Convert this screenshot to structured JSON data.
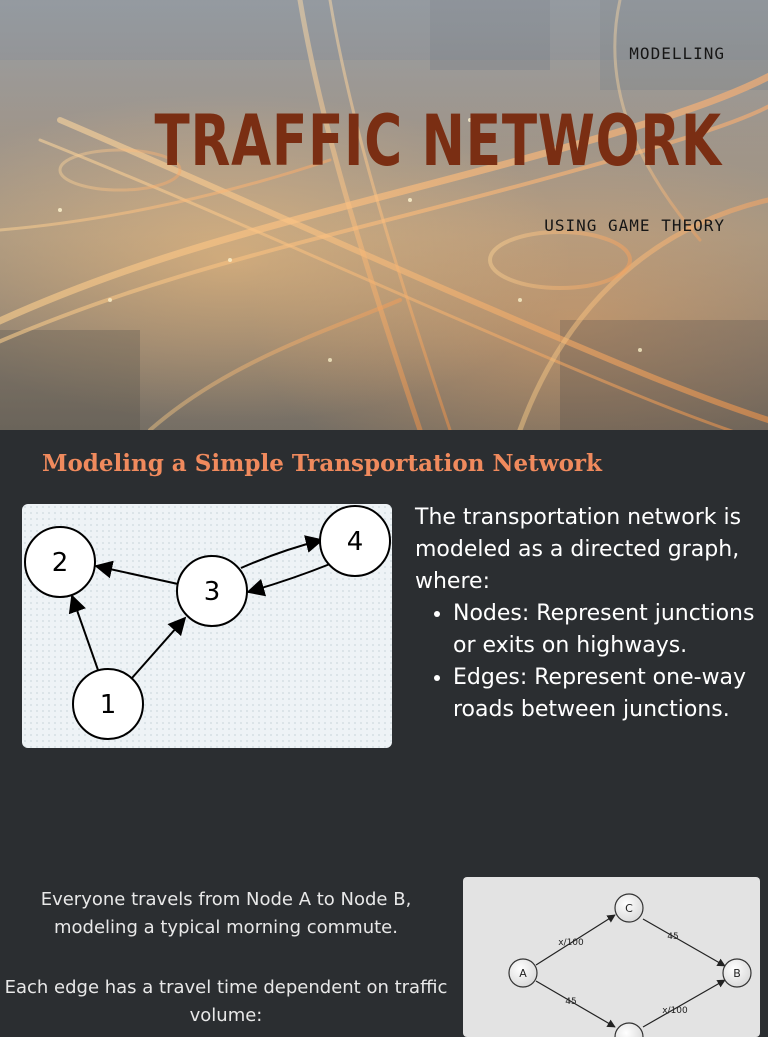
{
  "hero": {
    "kicker": "MODELLING",
    "title": "TRAFFIC NETWORK",
    "subtitle": "USING GAME THEORY"
  },
  "section": {
    "title": "Modeling a Simple Transportation Network"
  },
  "graph": {
    "nodes": [
      "1",
      "2",
      "3",
      "4"
    ]
  },
  "description": {
    "intro": "The transportation network is modeled as a directed graph, where:",
    "bullets": [
      "Nodes: Represent junctions or exits on highways.",
      "Edges: Represent one-way roads between junctions."
    ]
  },
  "commute": {
    "para1": "Everyone travels from Node A to Node B, modeling a typical morning commute.",
    "para2": "Each edge has a travel time dependent on traffic volume:"
  },
  "network_diagram": {
    "nodes": [
      "A",
      "C",
      "B"
    ],
    "edge_labels": [
      "x/100",
      "45",
      "45",
      "x/100"
    ]
  }
}
